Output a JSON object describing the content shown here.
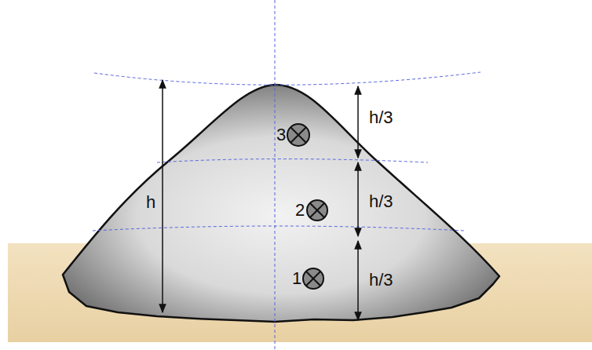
{
  "diagram": {
    "labels": [
      "h",
      "h/3",
      "h/3",
      "h/3",
      "3",
      "2",
      "1"
    ]
  }
}
